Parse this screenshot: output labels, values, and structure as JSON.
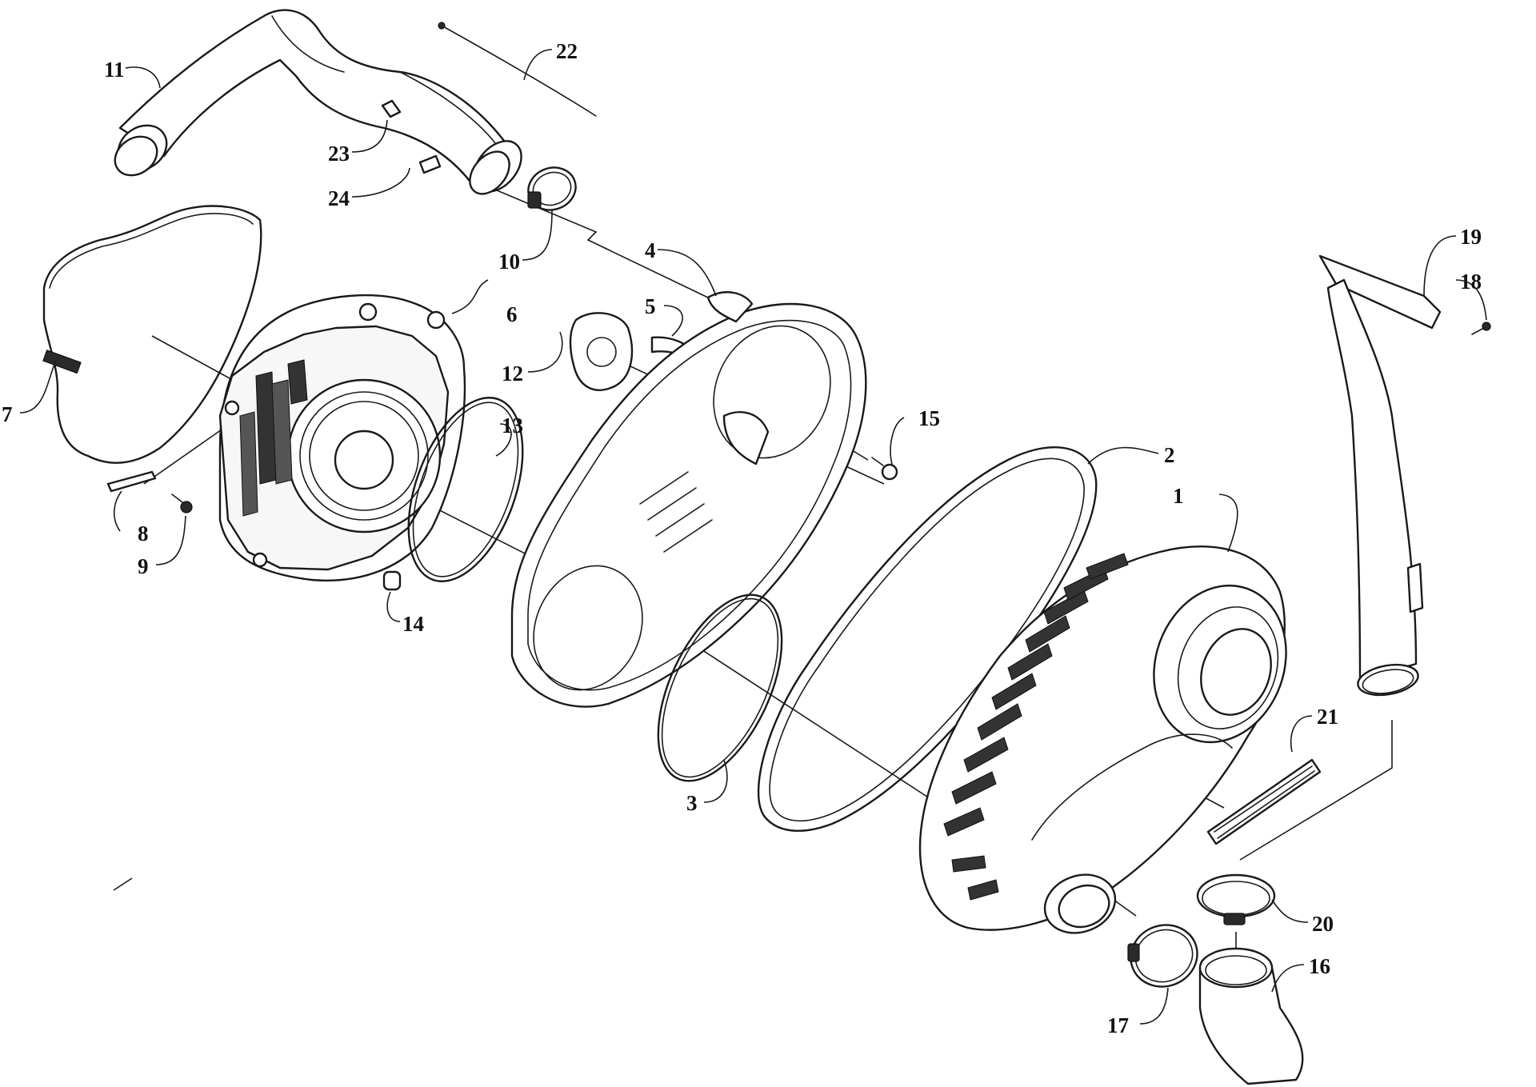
{
  "diagram": {
    "type": "exploded-parts",
    "callouts": [
      "1",
      "2",
      "3",
      "4",
      "5",
      "6",
      "7",
      "8",
      "9",
      "10",
      "11",
      "12",
      "13",
      "14",
      "15",
      "16",
      "17",
      "18",
      "19",
      "20",
      "21",
      "22",
      "23",
      "24"
    ]
  }
}
